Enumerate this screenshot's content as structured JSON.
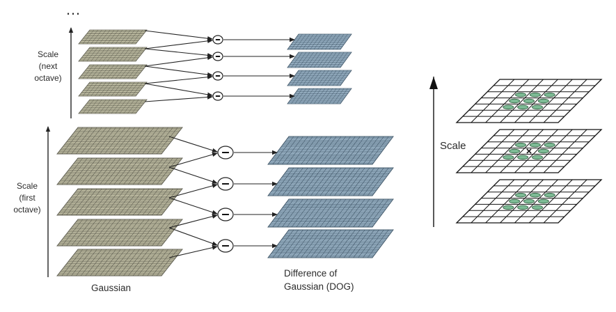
{
  "figure": {
    "ellipsis": "…",
    "next_octave_label": "Scale\n(next\noctave)",
    "first_octave_label": "Scale\n(first\noctave)",
    "gaussian_label": "Gaussian",
    "dog_label": "Difference of\nGaussian (DOG)",
    "scale_label": "Scale",
    "minus_symbol": "−"
  },
  "colors": {
    "gaussian_fill": "#cfcdb0",
    "gaussian_grid": "#5b5a4e",
    "dog_fill": "#a7c0d3",
    "dog_grid": "#3e5466",
    "arrow": "#222222",
    "neighbor_fill": "#7dbb95",
    "neighbor_stroke": "#2a5a3a",
    "grid_line": "#111111"
  },
  "structure": {
    "first_octave_gaussian_levels": 5,
    "first_octave_dog_levels": 4,
    "next_octave_gaussian_levels": 5,
    "next_octave_dog_levels": 4,
    "neighbor_grid_layers": 3
  }
}
